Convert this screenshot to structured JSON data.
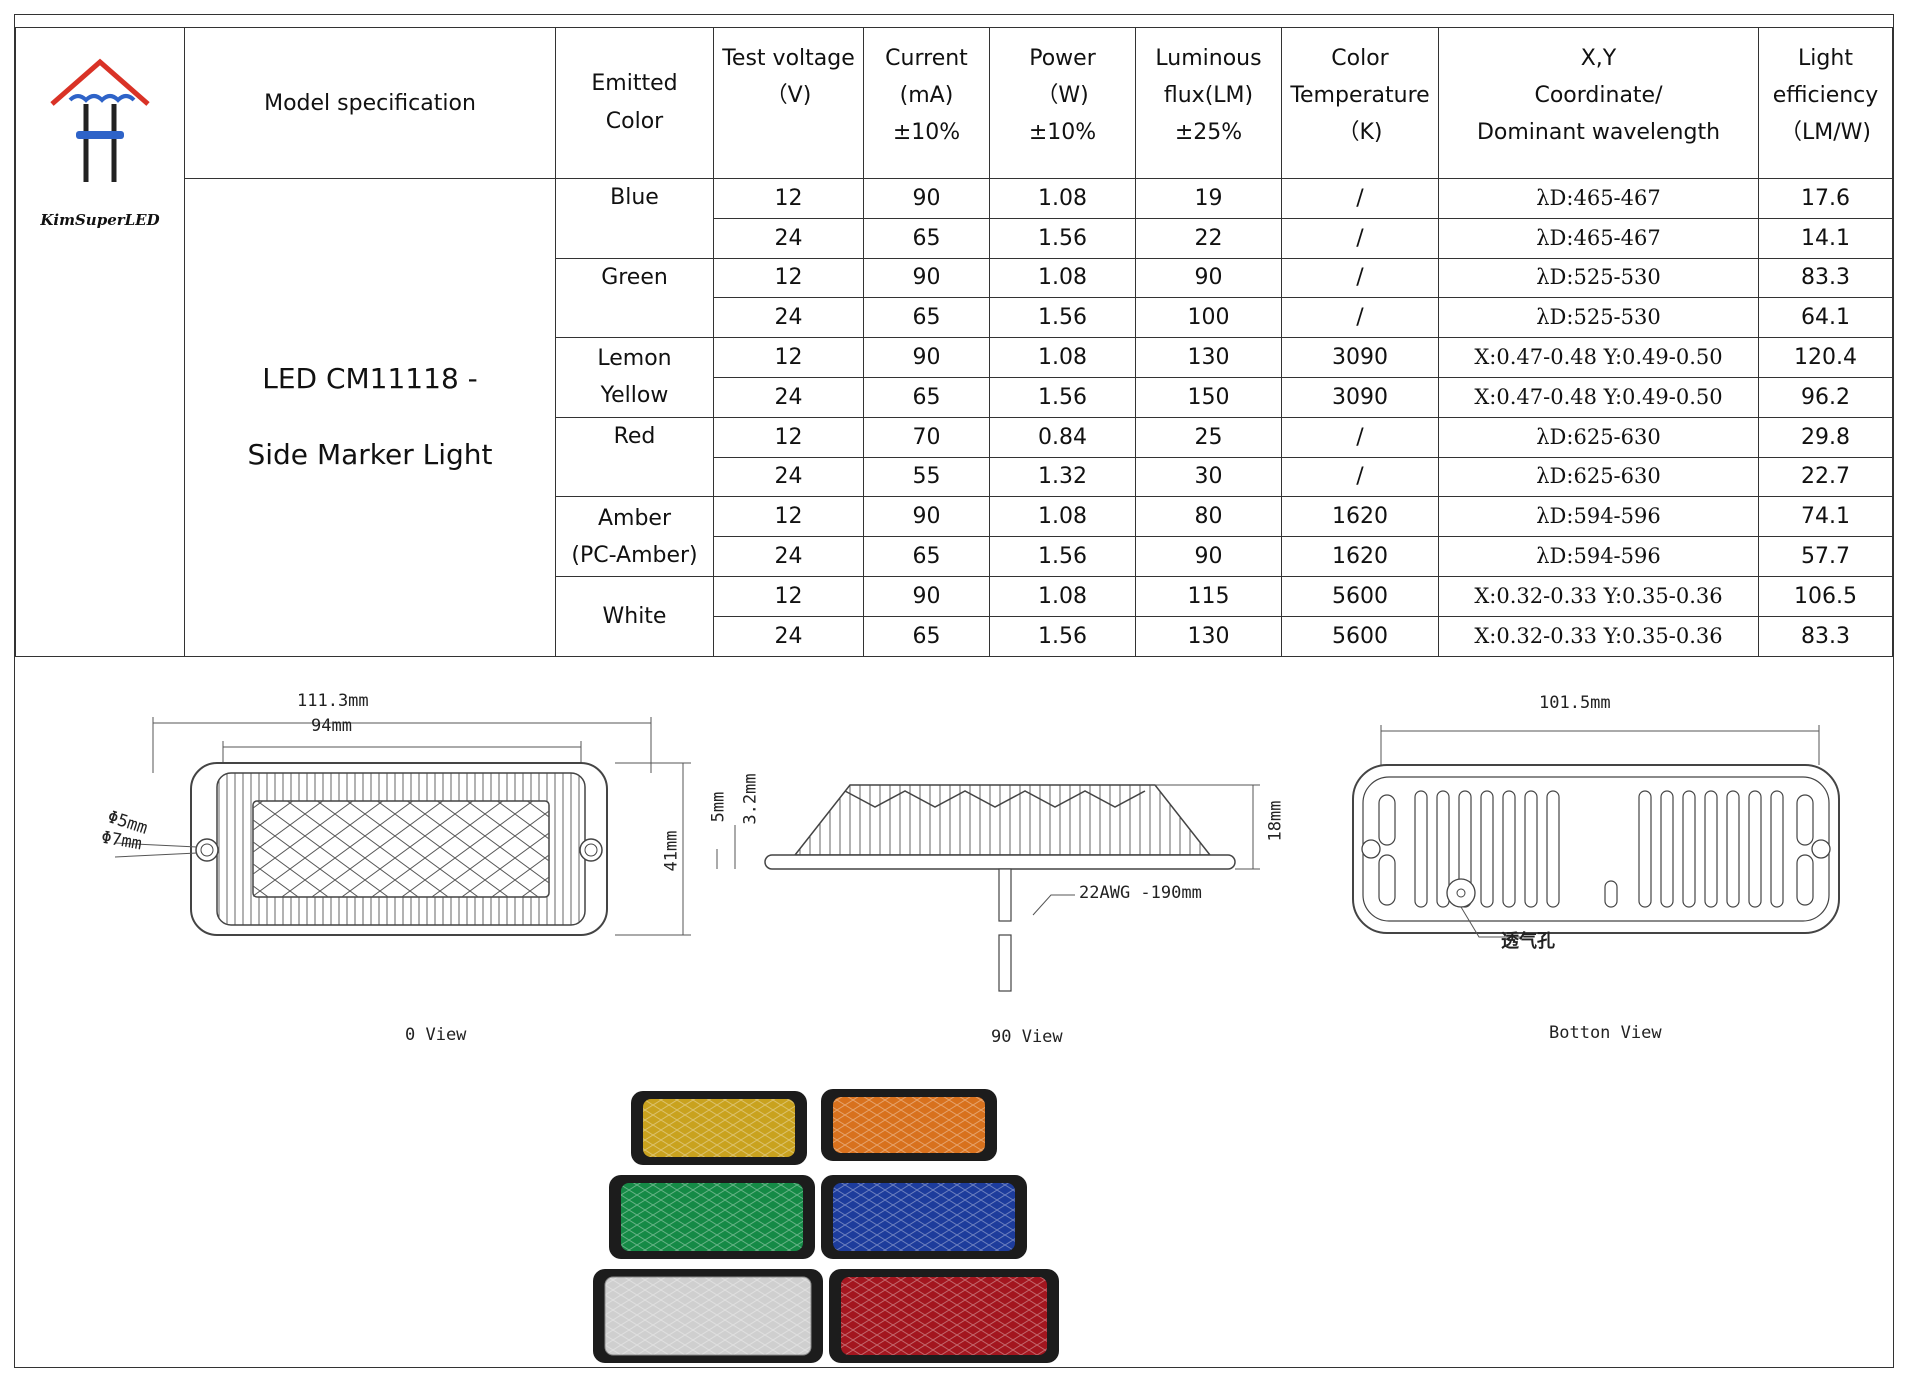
{
  "logo": {
    "brand": "KimSuperLED"
  },
  "headers": {
    "model": "Model specification",
    "color_l1": "Emitted",
    "color_l2": "Color",
    "voltage_l1": "Test voltage",
    "voltage_l2": "（V)",
    "current_l1": "Current",
    "current_l2": "(mA)",
    "current_l3": "±10%",
    "power_l1": "Power",
    "power_l2": "（W)",
    "power_l3": "±10%",
    "flux_l1": "Luminous",
    "flux_l2": "flux(LM)",
    "flux_l3": "±25%",
    "temp_l1": "Color",
    "temp_l2": "Temperature",
    "temp_l3": "（K)",
    "coord_l1": "X,Y",
    "coord_l2": "Coordinate/",
    "coord_l3": "Dominant wavelength",
    "eff_l1": "Light",
    "eff_l2": "efficiency",
    "eff_l3": "（LM/W)"
  },
  "model": {
    "line1": "LED CM11118 -",
    "line2": "Side Marker Light"
  },
  "groups": [
    {
      "color": "Blue",
      "color_l2": ""
    },
    {
      "color": "Green",
      "color_l2": ""
    },
    {
      "color": "Lemon",
      "color_l2": "Yellow"
    },
    {
      "color": "Red",
      "color_l2": ""
    },
    {
      "color": "Amber",
      "color_l2": "(PC-Amber)"
    },
    {
      "color": "White",
      "color_l2": ""
    }
  ],
  "rows": [
    {
      "voltage": "12",
      "current": "90",
      "power": "1.08",
      "flux": "19",
      "temp": "/",
      "coord": "λD:465-467",
      "eff": "17.6"
    },
    {
      "voltage": "24",
      "current": "65",
      "power": "1.56",
      "flux": "22",
      "temp": "/",
      "coord": "λD:465-467",
      "eff": "14.1"
    },
    {
      "voltage": "12",
      "current": "90",
      "power": "1.08",
      "flux": "90",
      "temp": "/",
      "coord": "λD:525-530",
      "eff": "83.3"
    },
    {
      "voltage": "24",
      "current": "65",
      "power": "1.56",
      "flux": "100",
      "temp": "/",
      "coord": "λD:525-530",
      "eff": "64.1"
    },
    {
      "voltage": "12",
      "current": "90",
      "power": "1.08",
      "flux": "130",
      "temp": "3090",
      "coord": "X:0.47-0.48 Y:0.49-0.50",
      "eff": "120.4"
    },
    {
      "voltage": "24",
      "current": "65",
      "power": "1.56",
      "flux": "150",
      "temp": "3090",
      "coord": "X:0.47-0.48 Y:0.49-0.50",
      "eff": "96.2"
    },
    {
      "voltage": "12",
      "current": "70",
      "power": "0.84",
      "flux": "25",
      "temp": "/",
      "coord": "λD:625-630",
      "eff": "29.8"
    },
    {
      "voltage": "24",
      "current": "55",
      "power": "1.32",
      "flux": "30",
      "temp": "/",
      "coord": "λD:625-630",
      "eff": "22.7"
    },
    {
      "voltage": "12",
      "current": "90",
      "power": "1.08",
      "flux": "80",
      "temp": "1620",
      "coord": "λD:594-596",
      "eff": "74.1"
    },
    {
      "voltage": "24",
      "current": "65",
      "power": "1.56",
      "flux": "90",
      "temp": "1620",
      "coord": "λD:594-596",
      "eff": "57.7"
    },
    {
      "voltage": "12",
      "current": "90",
      "power": "1.08",
      "flux": "115",
      "temp": "5600",
      "coord": "X:0.32-0.33 Y:0.35-0.36",
      "eff": "106.5"
    },
    {
      "voltage": "24",
      "current": "65",
      "power": "1.56",
      "flux": "130",
      "temp": "5600",
      "coord": "X:0.32-0.33 Y:0.35-0.36",
      "eff": "83.3"
    }
  ],
  "drawings": {
    "front": {
      "label": "0 View",
      "dim_width": "111.3mm",
      "dim_inner": "94mm",
      "dim_hole1": "Φ5mm",
      "dim_hole2": "Φ7mm",
      "dim_height": "41mm"
    },
    "side": {
      "label": "90 View",
      "dim_a": "5mm",
      "dim_b": "3.2mm",
      "dim_c": "18mm",
      "wire": "22AWG -190mm"
    },
    "bottom": {
      "label": "Botton View",
      "dim_width": "101.5mm",
      "vent": "透气孔"
    }
  },
  "photo_colors": [
    "#c9a21e",
    "#d8711d",
    "#158a46",
    "#1d3c9c",
    "#cfcfcf",
    "#a3161f"
  ]
}
